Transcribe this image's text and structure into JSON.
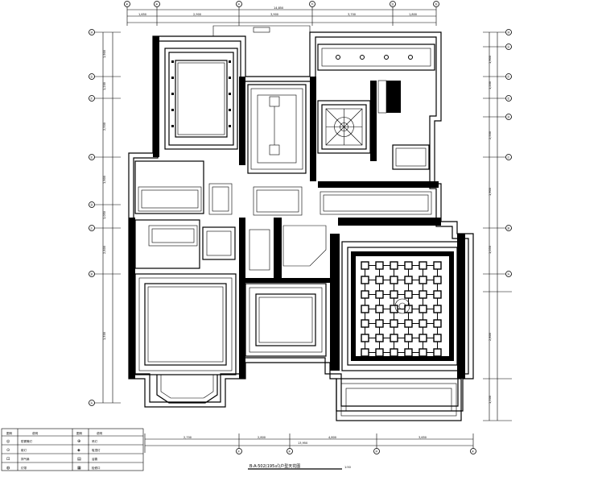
{
  "drawing": {
    "title": "B-A-502(195㎡)户型天花图",
    "scale": "1:50"
  },
  "axes": {
    "top": [
      "⑧",
      "⑨",
      "⑩",
      "⑪",
      "⑫",
      "⑬"
    ],
    "bottom": [
      "①",
      "②",
      "③",
      "④"
    ],
    "left": [
      "Ⓗ",
      "Ⓖ",
      "Ⓕ",
      "Ⓔ",
      "Ⓓ",
      "Ⓒ",
      "Ⓑ",
      "Ⓐ"
    ],
    "right": [
      "Ⓗ",
      "Ⓖ",
      "Ⓕ",
      "Ⓔ",
      "Ⓓ",
      "Ⓒ",
      "Ⓑ",
      "Ⓐ"
    ]
  },
  "dimensions": {
    "top_total": "14,850",
    "top_segments": [
      "1,650",
      "2,900",
      "3,900",
      "3,700",
      "1,800"
    ],
    "bottom_total": "13,950",
    "bottom_segments": [
      "2,700",
      "2,800",
      "4,800",
      "3,650"
    ],
    "left_segments": [
      "1,900",
      "1,200",
      "2,500",
      "1,900",
      "1,050",
      "2,800",
      "1,500"
    ],
    "right_segments": [
      "1,900",
      "1,200",
      "2,500",
      "1,900",
      "1,050",
      "2,800",
      "1,500"
    ]
  },
  "legend": {
    "headers": [
      "图例",
      "说明",
      "图例",
      "说明"
    ],
    "rows": [
      {
        "sym1": "◎",
        "desc1": "防雾筒灯",
        "sym2": "⊕",
        "desc2": "吊灯"
      },
      {
        "sym1": "⊙",
        "desc1": "射灯",
        "sym2": "◈",
        "desc2": "吸顶灯"
      },
      {
        "sym1": "⊡",
        "desc1": "排气扇",
        "sym2": "▤",
        "desc2": "浴霸"
      },
      {
        "sym1": "◍",
        "desc1": "灯带",
        "sym2": "▦",
        "desc2": "检修口"
      }
    ]
  }
}
